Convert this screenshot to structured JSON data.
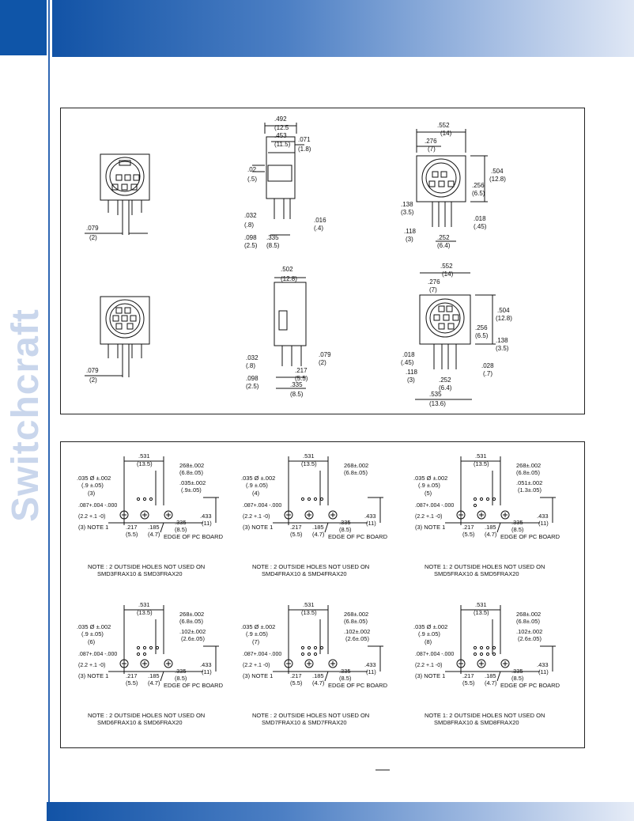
{
  "brand": {
    "name": "Switchcraft"
  },
  "colors": {
    "primary": "#0f55a8",
    "band_light": "#dfe7f5",
    "watermark": "#c9d6ec"
  },
  "top_panel": {
    "views": [
      {
        "labels": [
          ".079",
          "(2)"
        ]
      },
      {
        "labels": [
          ".492",
          "(12.5",
          ".453",
          "(11.5)",
          ".071",
          "(1.8)",
          ".02",
          "(.5)",
          ".032",
          "(.8)",
          ".016",
          "(.4)",
          ".098",
          "(2.5)",
          ".335",
          "(8.5)"
        ]
      },
      {
        "labels": [
          ".552",
          "(14)",
          ".276",
          "(7)",
          ".504",
          "(12.8)",
          ".256",
          "(6.5)",
          ".138",
          "(3.5)",
          ".018",
          "(.45)",
          ".118",
          "(3)",
          ".252",
          "(6.4)"
        ]
      },
      {
        "labels": [
          ".079",
          "(2)"
        ]
      },
      {
        "labels": [
          ".502",
          "(12.8)",
          ".032",
          "(.8)",
          ".079",
          "(2)",
          ".217",
          "(5.5)",
          ".098",
          "(2.5)",
          ".335",
          "(8.5)"
        ]
      },
      {
        "labels": [
          ".552",
          "(14)",
          ".276",
          "(7)",
          ".504",
          "(12.8)",
          ".256",
          "(6.5)",
          ".138",
          "(3.5)",
          ".018",
          "(.45)",
          ".028",
          "(.7)",
          ".118",
          "(3)",
          ".252",
          "(6.4)",
          ".535",
          "(13.6)"
        ]
      }
    ]
  },
  "bottom_panel": {
    "common": {
      "dim531": ".531",
      "dim531mm": "(13.5)",
      "dim433": ".433",
      "dim433mm": "(11)",
      "dim335": ".335",
      "dim335mm": "(8.5)",
      "dim217": ".217",
      "dim217mm": "(5.5)",
      "dim185": ".185",
      "dim185mm": "(4.7)",
      "dim268": "268±.002",
      "dim268mm": "(6.8±.05)",
      "dim087": ".087+.004 -.000",
      "dim087mm": "(2.2 +.1 -0)",
      "note1": "(3) NOTE 1",
      "edge": "EDGE OF PC BOARD"
    },
    "layouts": [
      {
        "hole_dim": ".035 Ø ±.002",
        "hole_mm": "(.9 ±.05)",
        "hole_count": "(3)",
        "side_dim": ".035±.002",
        "side_mm": "(.9±.05)",
        "note_line1": "NOTE : 2 OUTSIDE HOLES NOT USED ON",
        "note_line2": "SMD3FRAX10 & SMD3FRAX20"
      },
      {
        "hole_dim": ".035 Ø ±.002",
        "hole_mm": "(.9 ±.05)",
        "hole_count": "(4)",
        "side_dim": "",
        "side_mm": "",
        "note_line1": "NOTE : 2 OUTSIDE HOLES NOT USED ON",
        "note_line2": "SMD4FRAX10 & SMD4FRAX20"
      },
      {
        "hole_dim": ".035 Ø ±.002",
        "hole_mm": "(.9 ±.05)",
        "hole_count": "(5)",
        "side_dim": ".051±.002",
        "side_mm": "(1.3±.05)",
        "note_line1": "NOTE 1:  2 OUTSIDE HOLES NOT USED ON",
        "note_line2": "SMD5FRAX10 & SMD5FRAX20"
      },
      {
        "hole_dim": ".035 Ø ±.002",
        "hole_mm": "(.9 ±.05)",
        "hole_count": "(6)",
        "side_dim": ".102±.002",
        "side_mm": "(2.6±.05)",
        "note_line1": "NOTE : 2 OUTSIDE HOLES NOT USED ON",
        "note_line2": "SMD6FRAX10 & SMD6FRAX20"
      },
      {
        "hole_dim": ".035 Ø ±.002",
        "hole_mm": "(.9 ±.05)",
        "hole_count": "(7)",
        "side_dim": ".102±.002",
        "side_mm": "(2.6±.05)",
        "note_line1": "NOTE :  2 OUTSIDE HOLES NOT USED ON",
        "note_line2": "SMD7FRAX10 & SMD7FRAX20"
      },
      {
        "hole_dim": ".035 Ø ±.002",
        "hole_mm": "(.9 ±.05)",
        "hole_count": "(8)",
        "side_dim": ".102±.002",
        "side_mm": "(2.6±.05)",
        "note_line1": "NOTE 1:  2 OUTSIDE HOLES NOT USED ON",
        "note_line2": "SMD8FRAX10 & SMD8FRAX20"
      }
    ]
  }
}
